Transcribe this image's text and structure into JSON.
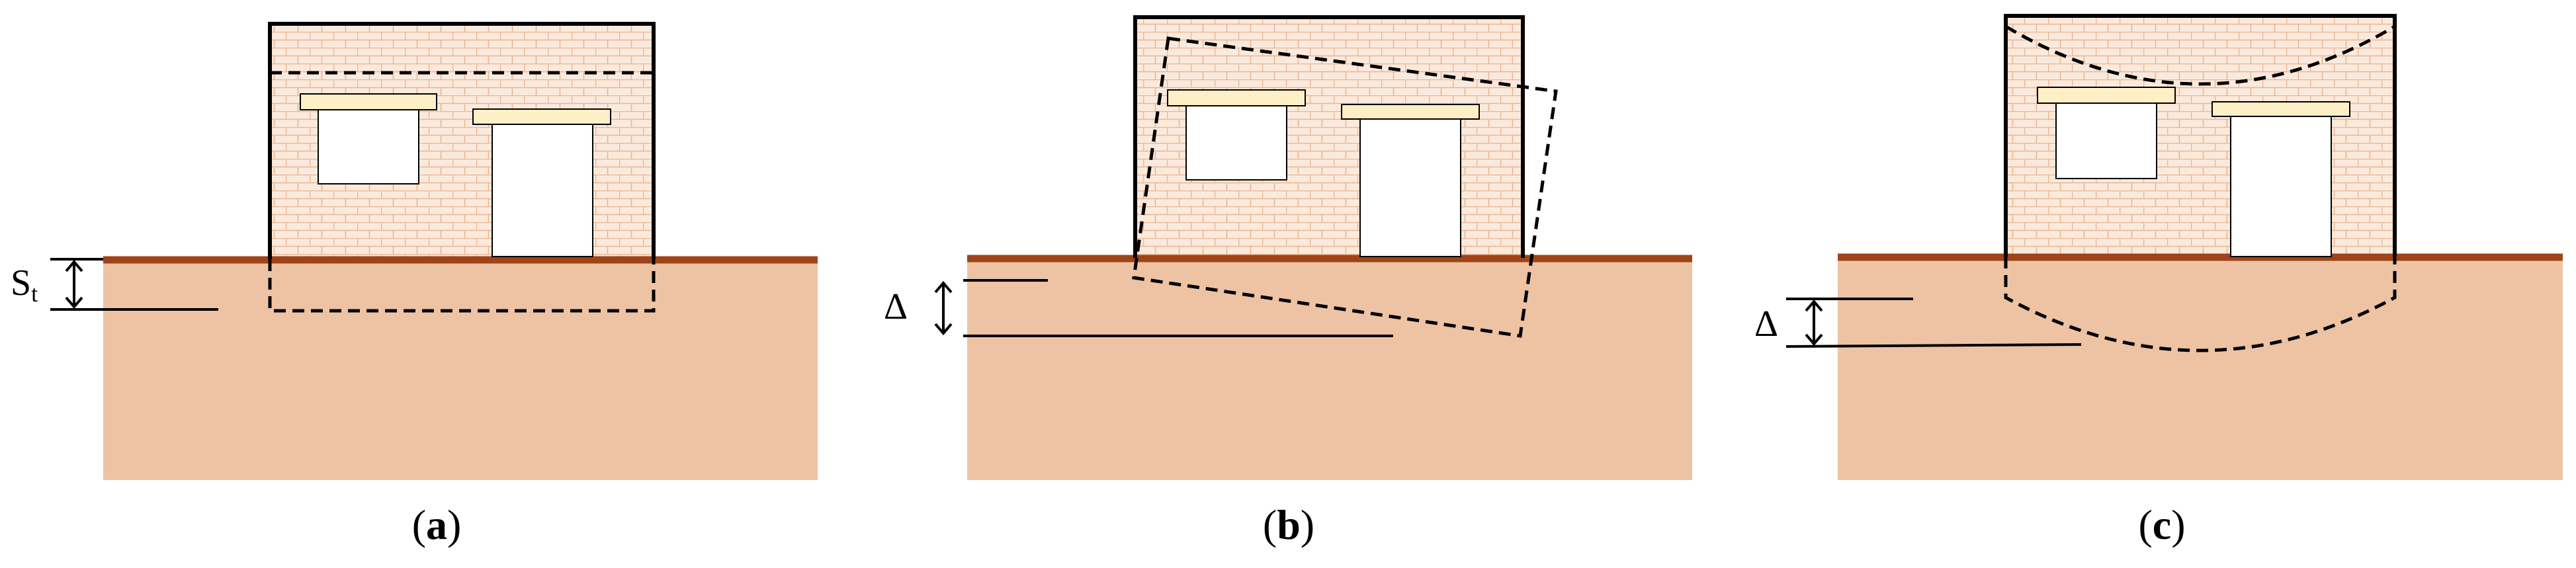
{
  "panels": [
    {
      "id": "a",
      "label": "(a)",
      "open": "(",
      "letter": "a",
      "close": ")",
      "dimension_symbol": "S",
      "dimension_subscript": "t"
    },
    {
      "id": "b",
      "label": "(b)",
      "open": "(",
      "letter": "b",
      "close": ")",
      "dimension_symbol": "Δ",
      "dimension_subscript": ""
    },
    {
      "id": "c",
      "label": "(c)",
      "open": "(",
      "letter": "c",
      "close": ")",
      "dimension_symbol": "Δ",
      "dimension_subscript": ""
    }
  ],
  "colors": {
    "soil": "#EDC3A4",
    "ground_line": "#9E4418",
    "brick_fill": "#FAEADD",
    "brick_mortar": "#EDB58F",
    "lintel": "#FDF0C6",
    "outline": "#000000",
    "opening": "#FFFFFF"
  }
}
